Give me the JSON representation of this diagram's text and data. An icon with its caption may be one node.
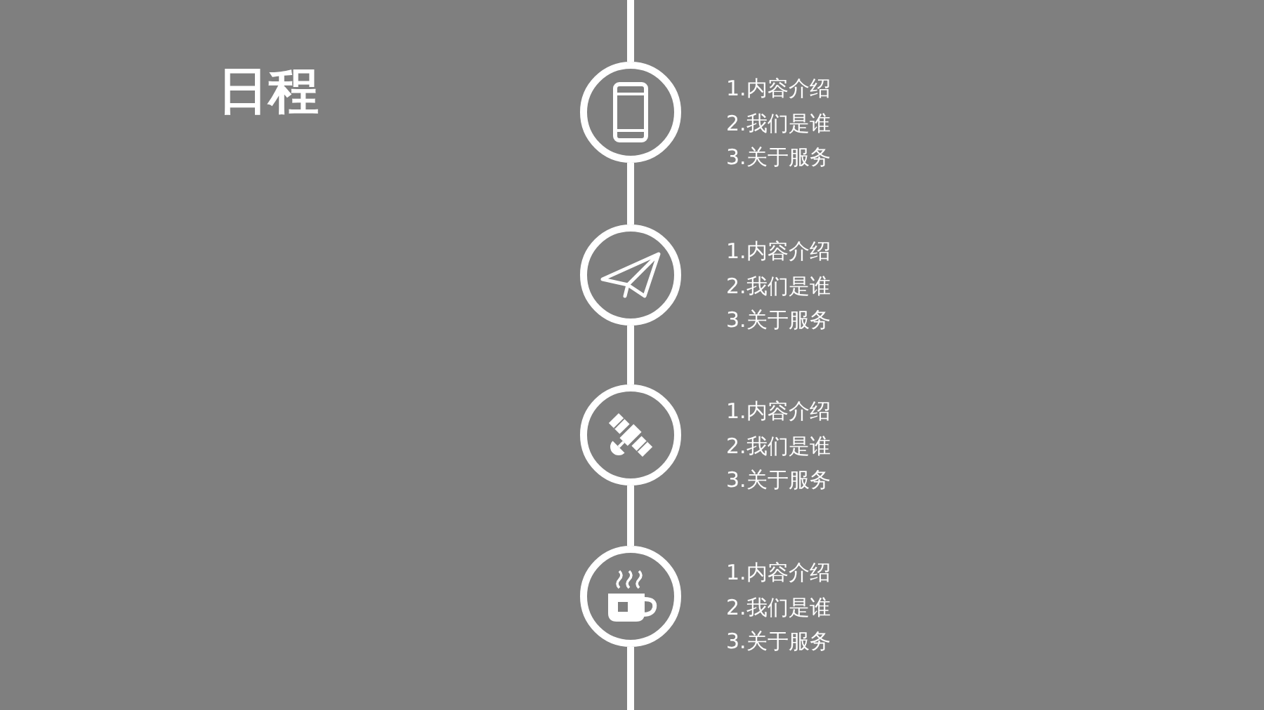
{
  "diagram": {
    "title": "日程",
    "nodes": [
      {
        "text": [],
        "shape": "circle",
        "beside": [
          "1.内容介绍",
          "2.我们是谁",
          "3.关于服务"
        ]
      },
      {
        "text": [],
        "shape": "circle",
        "beside": [
          "1.内容介绍",
          "2.我们是谁",
          "3.关于服务"
        ]
      },
      {
        "text": [],
        "shape": "circle",
        "beside": [
          "1.内容介绍",
          "2.我们是谁",
          "3.关于服务"
        ]
      },
      {
        "text": [],
        "shape": "circle",
        "beside": [
          "1.内容介绍",
          "2.我们是谁",
          "3.关于服务"
        ]
      }
    ],
    "edges": [
      {
        "from": null,
        "to": 0,
        "arrow": "none"
      },
      {
        "from": 0,
        "to": 1,
        "arrow": "none"
      },
      {
        "from": 1,
        "to": 2,
        "arrow": "none"
      },
      {
        "from": 2,
        "to": 3,
        "arrow": "none"
      },
      {
        "from": 3,
        "to": null,
        "arrow": "none"
      }
    ]
  }
}
